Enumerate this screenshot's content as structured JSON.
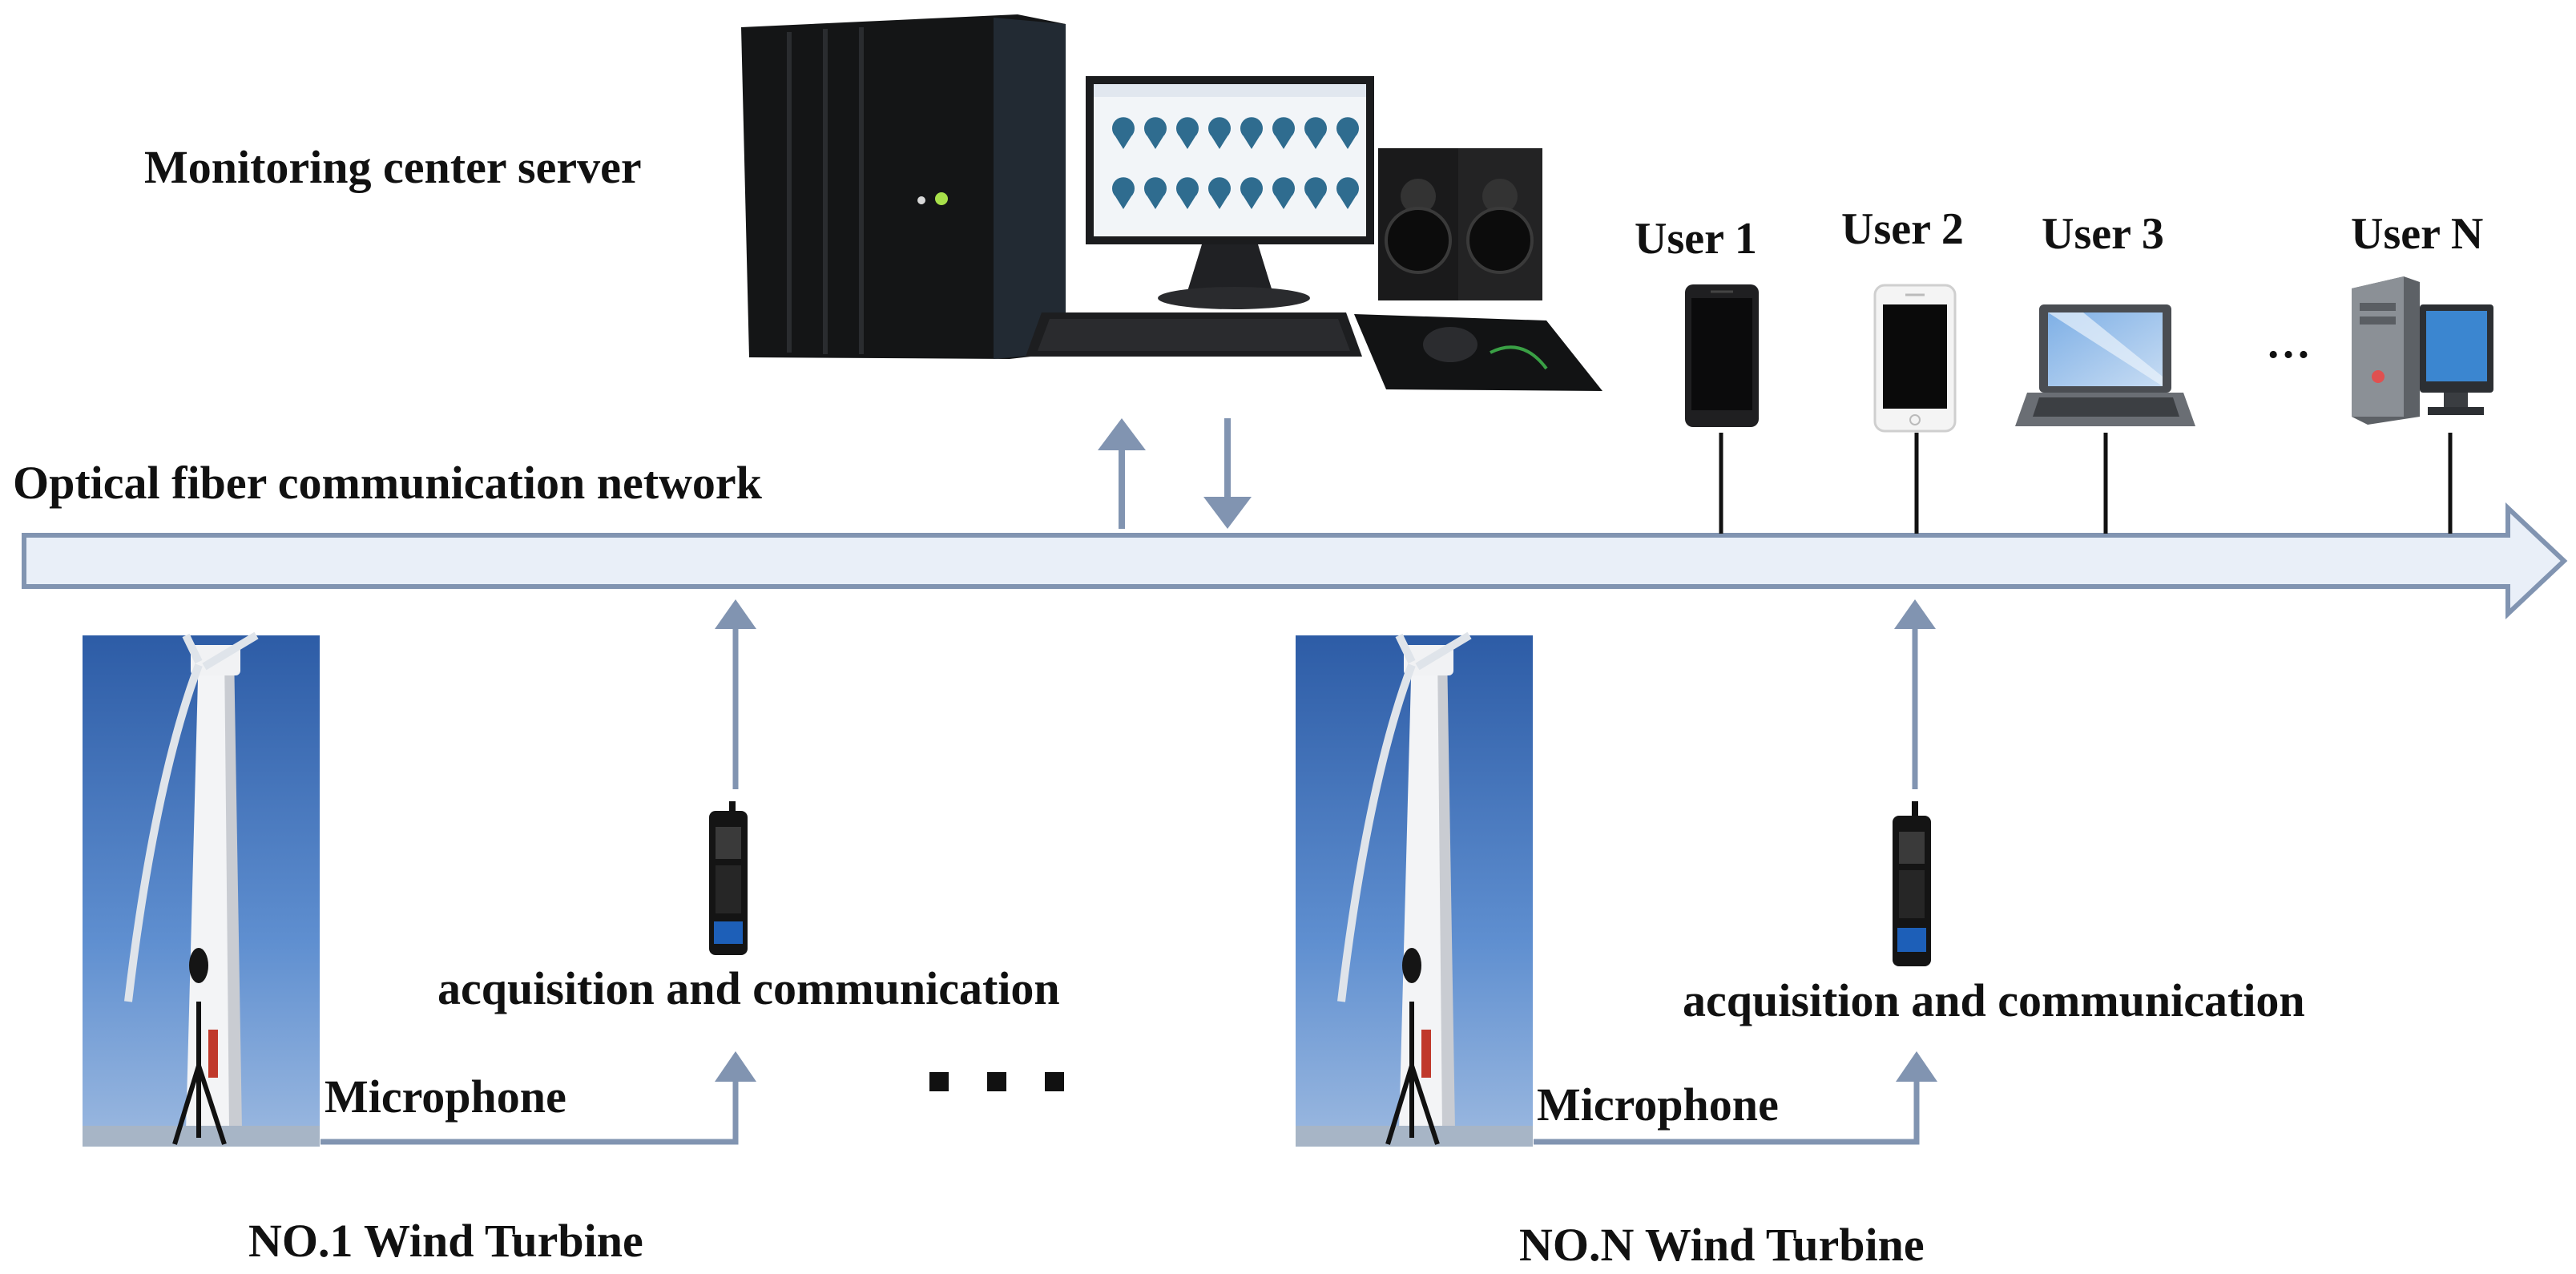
{
  "labels": {
    "server": "Monitoring center server",
    "network": "Optical fiber communication network",
    "acq1": "acquisition and communication",
    "acqN": "acquisition and communication",
    "mic1": "Microphone",
    "micN": "Microphone",
    "turbine1": "NO.1 Wind Turbine",
    "turbineN": "NO.N Wind Turbine"
  },
  "users": [
    "User 1",
    "User 2",
    "User 3",
    "User N"
  ],
  "ellipsis_users": "…",
  "colors": {
    "fiber_fill": "#e9eff8",
    "line": "#8194b1",
    "sky_top": "#2f5fa8",
    "sky_bottom": "#86abd9"
  }
}
